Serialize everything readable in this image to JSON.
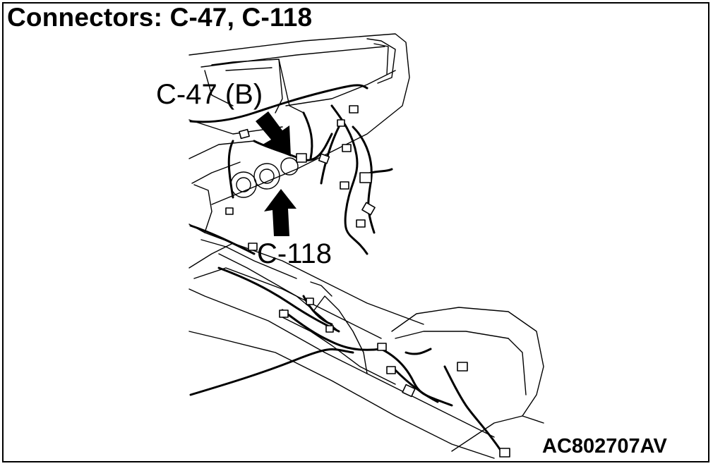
{
  "diagram": {
    "title": "Connectors: C-47, C-118",
    "callouts": {
      "c47": "C-47 (B)",
      "c118": "C-118"
    },
    "figure_id": "AC802707AV"
  }
}
